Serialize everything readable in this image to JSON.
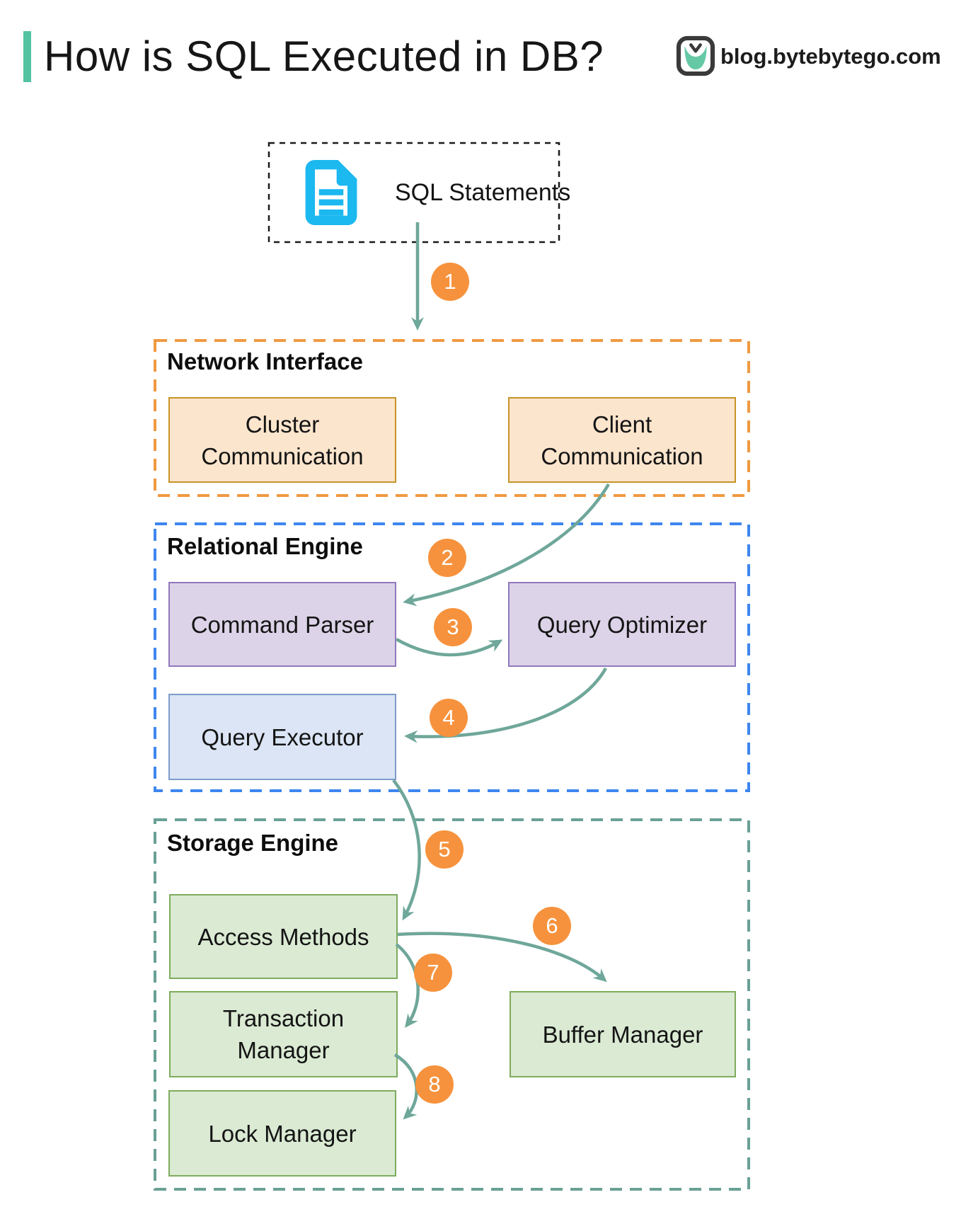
{
  "header": {
    "title": "How is SQL Executed in DB?",
    "brand": "blog.bytebytego.com"
  },
  "source_node": {
    "label": "SQL Statements",
    "icon": "document-icon"
  },
  "sections": [
    {
      "id": "network-interface",
      "label": "Network Interface",
      "border_color": "#F09941"
    },
    {
      "id": "relational-engine",
      "label": "Relational Engine",
      "border_color": "#3E86F0"
    },
    {
      "id": "storage-engine",
      "label": "Storage Engine",
      "border_color": "#69A095"
    }
  ],
  "nodes": [
    {
      "id": "cluster-communication",
      "section": "Network Interface",
      "label": "Cluster Communication",
      "lines": [
        "Cluster",
        "Communication"
      ],
      "fill": "#FCE5CD",
      "border": "#C79327"
    },
    {
      "id": "client-communication",
      "section": "Network Interface",
      "label": "Client Communication",
      "lines": [
        "Client",
        "Communication"
      ],
      "fill": "#FCE5CD",
      "border": "#C79327"
    },
    {
      "id": "command-parser",
      "section": "Relational Engine",
      "label": "Command Parser",
      "lines": [
        "Command Parser"
      ],
      "fill": "#DCD3E8",
      "border": "#9178BE"
    },
    {
      "id": "query-optimizer",
      "section": "Relational Engine",
      "label": "Query Optimizer",
      "lines": [
        "Query Optimizer"
      ],
      "fill": "#DCD3E8",
      "border": "#9178BE"
    },
    {
      "id": "query-executor",
      "section": "Relational Engine",
      "label": "Query Executor",
      "lines": [
        "Query Executor"
      ],
      "fill": "#DBE5F5",
      "border": "#7E9CCB"
    },
    {
      "id": "access-methods",
      "section": "Storage Engine",
      "label": "Access Methods",
      "lines": [
        "Access Methods"
      ],
      "fill": "#DAEAD3",
      "border": "#7EAC5D"
    },
    {
      "id": "transaction-manager",
      "section": "Storage Engine",
      "label": "Transaction Manager",
      "lines": [
        "Transaction",
        "Manager"
      ],
      "fill": "#DAEAD3",
      "border": "#7EAC5D"
    },
    {
      "id": "buffer-manager",
      "section": "Storage Engine",
      "label": "Buffer Manager",
      "lines": [
        "Buffer Manager"
      ],
      "fill": "#DAEAD3",
      "border": "#7EAC5D"
    },
    {
      "id": "lock-manager",
      "section": "Storage Engine",
      "label": "Lock Manager",
      "lines": [
        "Lock Manager"
      ],
      "fill": "#DAEAD3",
      "border": "#7EAC5D"
    }
  ],
  "steps": [
    {
      "number": "1",
      "from": "SQL Statements",
      "to": "Network Interface"
    },
    {
      "number": "2",
      "from": "Client Communication",
      "to": "Command Parser"
    },
    {
      "number": "3",
      "from": "Command Parser",
      "to": "Query Optimizer"
    },
    {
      "number": "4",
      "from": "Query Optimizer",
      "to": "Query Executor"
    },
    {
      "number": "5",
      "from": "Query Executor",
      "to": "Access Methods"
    },
    {
      "number": "6",
      "from": "Access Methods",
      "to": "Buffer Manager"
    },
    {
      "number": "7",
      "from": "Access Methods",
      "to": "Transaction Manager"
    },
    {
      "number": "8",
      "from": "Transaction Manager",
      "to": "Lock Manager"
    }
  ],
  "palette": {
    "accent_green": "#53C3A1",
    "arrow_teal": "#6FA79A",
    "badge_orange": "#F6923D",
    "document_icon_cyan": "#1CB8F0",
    "logo_green": "#66C9A5",
    "sql_box_border": "#1A1A1A"
  }
}
